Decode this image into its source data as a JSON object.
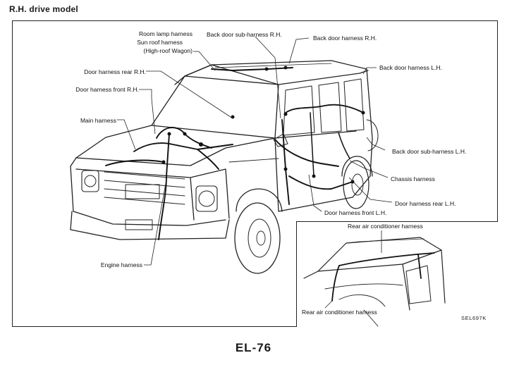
{
  "heading": "R.H. drive model",
  "labels": {
    "room_lamp": "Room lamp harness",
    "sun_roof": "Sun roof harness",
    "high_roof": "(High-roof Wagon)",
    "back_door_sub_rh": "Back door sub-harness R.H.",
    "back_door_rh": "Back door harness R.H.",
    "back_door_lh": "Back door harness L.H.",
    "door_rear_rh": "Door harness rear R.H.",
    "door_front_rh": "Door harness front R.H.",
    "main": "Main harness",
    "back_door_sub_lh": "Back door sub-harness L.H.",
    "chassis": "Chassis harness",
    "door_rear_lh": "Door harness rear L.H.",
    "door_front_lh": "Door harness front L.H.",
    "engine": "Engine harness",
    "rear_ac_top": "Rear air conditioner harness",
    "rear_ac_bottom": "Rear air conditioner harness"
  },
  "figure_code": "SEL697K",
  "page_number": "EL-76"
}
